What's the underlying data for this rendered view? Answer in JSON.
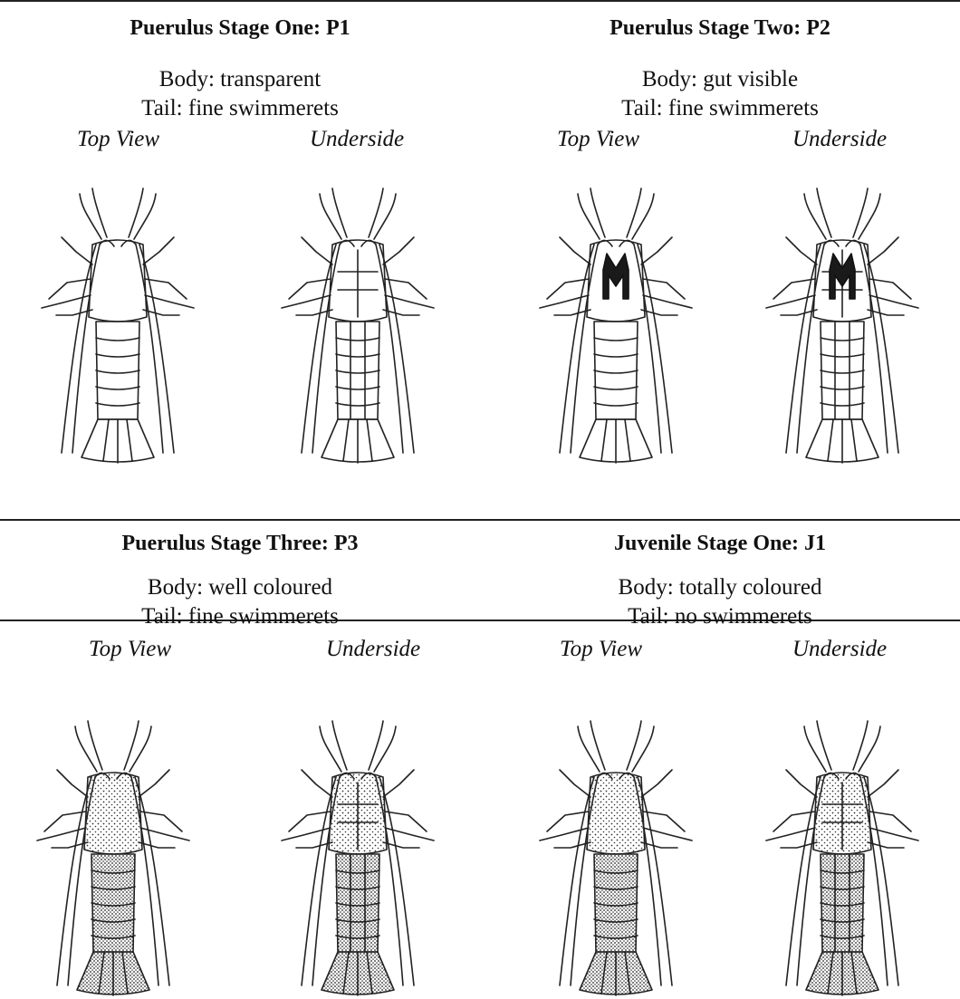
{
  "panels": [
    {
      "title": "Puerulus Stage One: P1",
      "body": "Body: transparent",
      "tail": "Tail: fine swimmerets",
      "view_left": "Top View",
      "view_right": "Underside",
      "style": "transparent"
    },
    {
      "title": "Puerulus Stage Two: P2",
      "body": "Body: gut visible",
      "tail": "Tail: fine swimmerets",
      "view_left": "Top View",
      "view_right": "Underside",
      "style": "gut"
    },
    {
      "title": "Puerulus Stage Three: P3",
      "body": "Body: well coloured",
      "tail": "Tail: fine swimmerets",
      "view_left": "Top View",
      "view_right": "Underside",
      "style": "coloured"
    },
    {
      "title": "Juvenile Stage One: J1",
      "body": "Body: totally coloured",
      "tail": "Tail: no swimmerets",
      "view_left": "Top View",
      "view_right": "Underside",
      "style": "coloured"
    }
  ]
}
